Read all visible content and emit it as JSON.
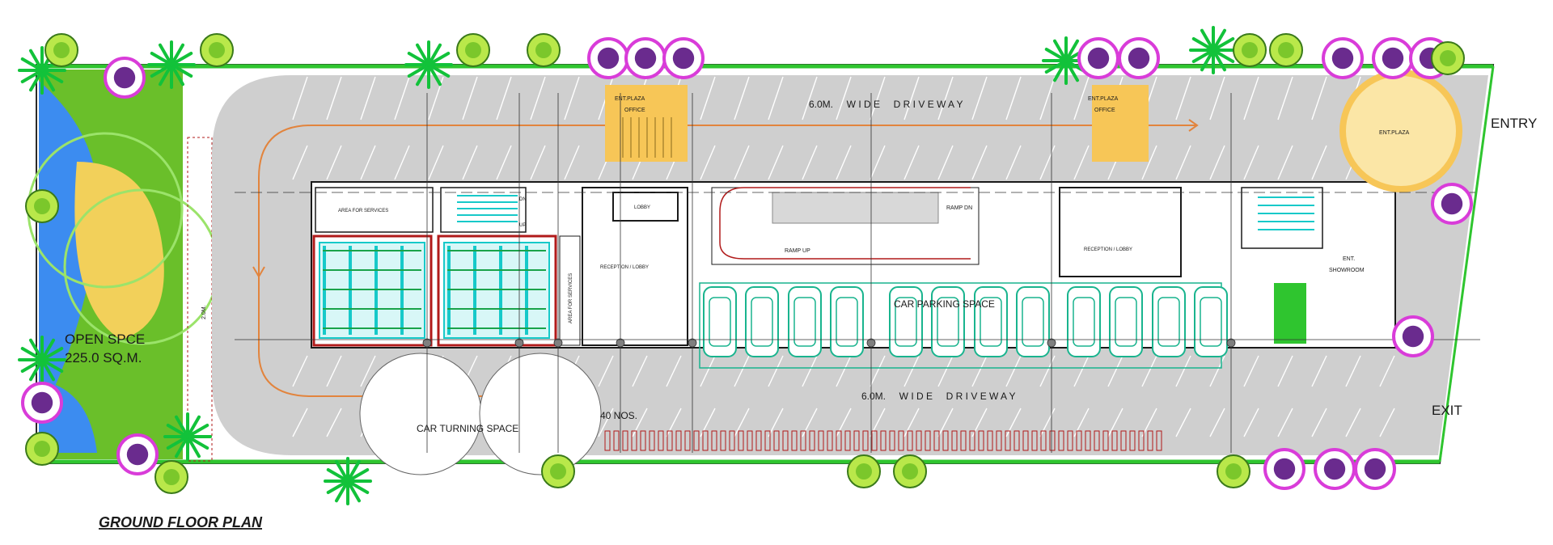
{
  "plan": {
    "title": "GROUND FLOOR PLAN",
    "open_space": [
      "OPEN SPCE",
      "225.0 SQ.M."
    ],
    "entry": "ENTRY",
    "exit": "EXIT",
    "driveway_top": "6.0M.     W I D E     D R I V E W A Y",
    "driveway_bottom": "6.0M.     W I D E     D R I V E W A Y",
    "ent_plaza_office_left": [
      "ENT.PLAZA",
      "OFFICE"
    ],
    "ent_plaza_office_right": [
      "ENT.PLAZA",
      "OFFICE"
    ],
    "ent_plaza": "ENT.PLAZA",
    "ent_showroom": [
      "ENT.",
      "SHOWROOM"
    ],
    "car_parking_space": "CAR PARKING SPACE",
    "car_turning_space": "CAR TURNING SPACE",
    "nos_count": "40 NOS.",
    "ramp_dn": "RAMP DN",
    "ramp_up": "RAMP UP",
    "lobby": "LOBBY",
    "reception_lobby_left": "RECEPTION / LOBBY",
    "reception_lobby_right": "RECEPTION / LOBBY",
    "area_for_services_top": "AREA FOR SERVICES",
    "area_for_services_side": "AREA FOR SERVICES",
    "dn": "DN",
    "up": "UP",
    "side_dim": "2.0M."
  },
  "colors": {
    "road": "#cfcfcf",
    "green": "#2fc52f",
    "lawn": "#6abf2a",
    "water": "#3c8cf0",
    "sand": "#f2d05a",
    "plaza": "#f7c657",
    "cyan": "#17c9c9",
    "red": "#b11a1a",
    "parking": "#19b48e"
  },
  "icons": [
    "palm-tree-icon",
    "flower-tree-icon",
    "round-tree-icon",
    "car-icon",
    "staircase-icon",
    "lift-icon"
  ]
}
